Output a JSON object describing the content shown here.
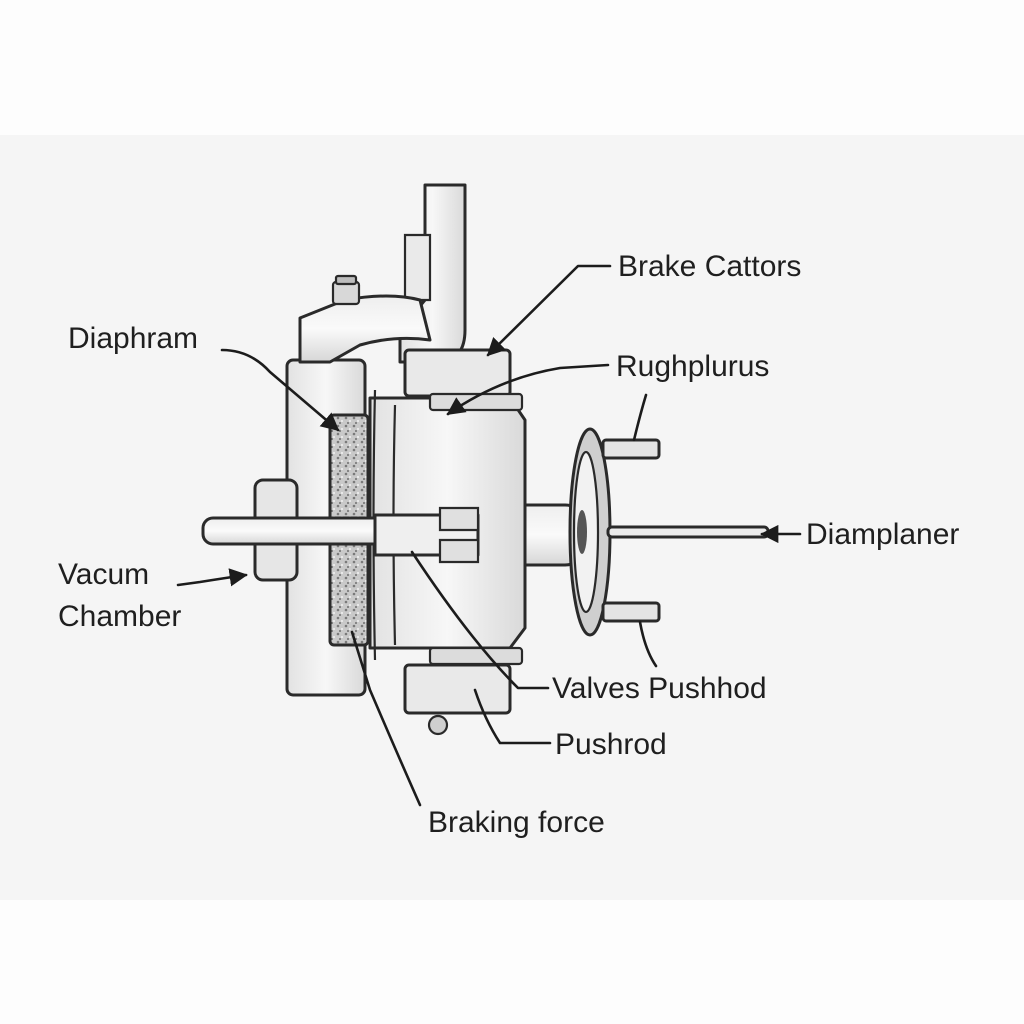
{
  "labels": {
    "brake_cattors": "Brake Cattors",
    "diaphram": "Diaphram",
    "rughplurus": "Rughplurus",
    "diamplaner": "Diamplaner",
    "vacum_line1": "Vacum",
    "vacum_line2": "Chamber",
    "valves_pushhod": "Valves Pushhod",
    "pushrod": "Pushrod",
    "braking_force": "Braking force"
  }
}
